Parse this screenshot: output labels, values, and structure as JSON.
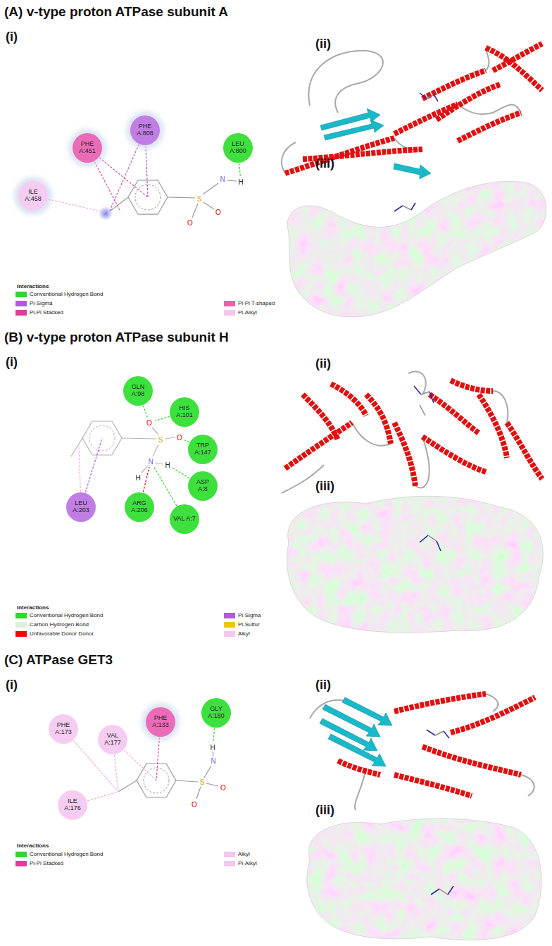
{
  "diagram": {
    "nodes": [
      {
        "text": [
          "ILE A:458"
        ]
      },
      {
        "text": [
          "PHE A:451"
        ]
      },
      {
        "text": [
          "PHE A:808"
        ]
      },
      {
        "text": [
          "LEU A:800"
        ]
      },
      {
        "text": [
          "GLN A:98"
        ]
      },
      {
        "text": [
          "HIS A:101"
        ]
      },
      {
        "text": [
          "TRP A:147"
        ]
      },
      {
        "text": [
          "ASP A:8"
        ]
      },
      {
        "text": [
          "VAL A:7"
        ]
      },
      {
        "text": [
          "ARG A:206"
        ]
      },
      {
        "text": [
          "LEU A:203"
        ]
      },
      {
        "text": [
          "PHE A:173"
        ]
      },
      {
        "text": [
          "VAL A:177"
        ]
      },
      {
        "text": [
          "PHE A:133"
        ]
      },
      {
        "text": [
          "GLY A:180"
        ]
      },
      {
        "text": [
          "ILE A:176"
        ]
      }
    ],
    "labels": [
      "(A) v-type proton ATPase subunit A",
      "(i)",
      "(ii)",
      "(iii)",
      "N",
      "H",
      "S",
      "O",
      "O",
      "Interactions",
      "(B) v-type proton ATPase subunit H",
      "(i)",
      "(ii)",
      "(iii)",
      "O",
      "S",
      "O",
      "N",
      "H",
      "H",
      "Interactions",
      "(C) ATPase GET3",
      "(i)",
      "(ii)",
      "(iii)",
      "H",
      "N",
      "S",
      "O",
      "O",
      "Interactions"
    ],
    "legend": [
      {
        "text": "Conventional Hydrogen Bond",
        "color": "#2fd82f"
      },
      {
        "text": "Pi-Sigma",
        "color": "#b45ad8"
      },
      {
        "text": "Pi-Pi Stacked",
        "color": "#e23c9a"
      },
      {
        "text": "Pi-Pi T-shaped",
        "color": "#ee5fae"
      },
      {
        "text": "Pi-Alkyl",
        "color": "#f4c6f0"
      },
      {
        "text": "Conventional Hydrogen Bond",
        "color": "#2fd82f"
      },
      {
        "text": "Carbon Hydrogen Bond",
        "color": "#d6f5d6"
      },
      {
        "text": "Unfavorable Donor Donor",
        "color": "#ff0000"
      },
      {
        "text": "Pi-Sigma",
        "color": "#b45ad8"
      },
      {
        "text": "Pi-Sulfur",
        "color": "#f5c400"
      },
      {
        "text": "Alkyl",
        "color": "#f4c6f0"
      },
      {
        "text": "Conventional Hydrogen Bond",
        "color": "#2fd82f"
      },
      {
        "text": "Pi-Pi Stacked",
        "color": "#e23c9a"
      },
      {
        "text": "Alkyl",
        "color": "#f4c6f0"
      },
      {
        "text": "Pi-Alkyl",
        "color": "#f4c6f0"
      }
    ]
  }
}
